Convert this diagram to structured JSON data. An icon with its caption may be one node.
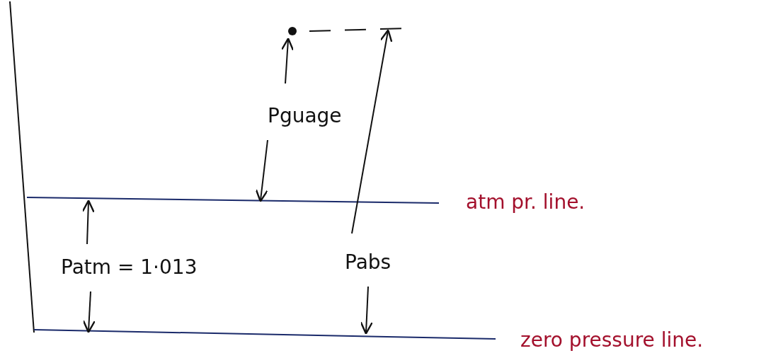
{
  "diagram": {
    "labels": [
      "Pguage",
      "atm pr. line.",
      "Patm = 1·013",
      "Pabs",
      "zero pressure line."
    ]
  }
}
